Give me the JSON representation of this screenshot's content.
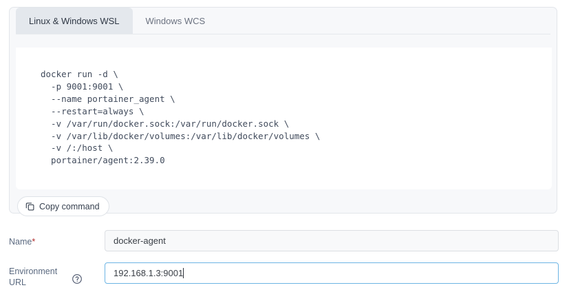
{
  "panel": {
    "tabs": [
      {
        "label": "Linux & Windows WSL",
        "active": true
      },
      {
        "label": "Windows WCS",
        "active": false
      }
    ],
    "code": "docker run -d \\\n  -p 9001:9001 \\\n  --name portainer_agent \\\n  --restart=always \\\n  -v /var/run/docker.sock:/var/run/docker.sock \\\n  -v /var/lib/docker/volumes:/var/lib/docker/volumes \\\n  -v /:/host \\\n  portainer/agent:2.39.0",
    "copy_button": {
      "label": "Copy command",
      "icon": "copy-icon"
    }
  },
  "form": {
    "name_field": {
      "label": "Name",
      "required_marker": "*",
      "value": "docker-agent"
    },
    "url_field": {
      "label_line1": "Environment",
      "label_line2": "URL",
      "help_icon": "help-circle-icon",
      "value": "192.168.1.3:9001",
      "focused": true
    }
  },
  "colors": {
    "accent_focus": "#6cb4e4",
    "required": "#b02a2a",
    "panel_bg": "#f7f8fa",
    "tab_active_bg": "#e4e8ed",
    "code_text": "#414b5c",
    "label_text": "#5b6a80"
  }
}
